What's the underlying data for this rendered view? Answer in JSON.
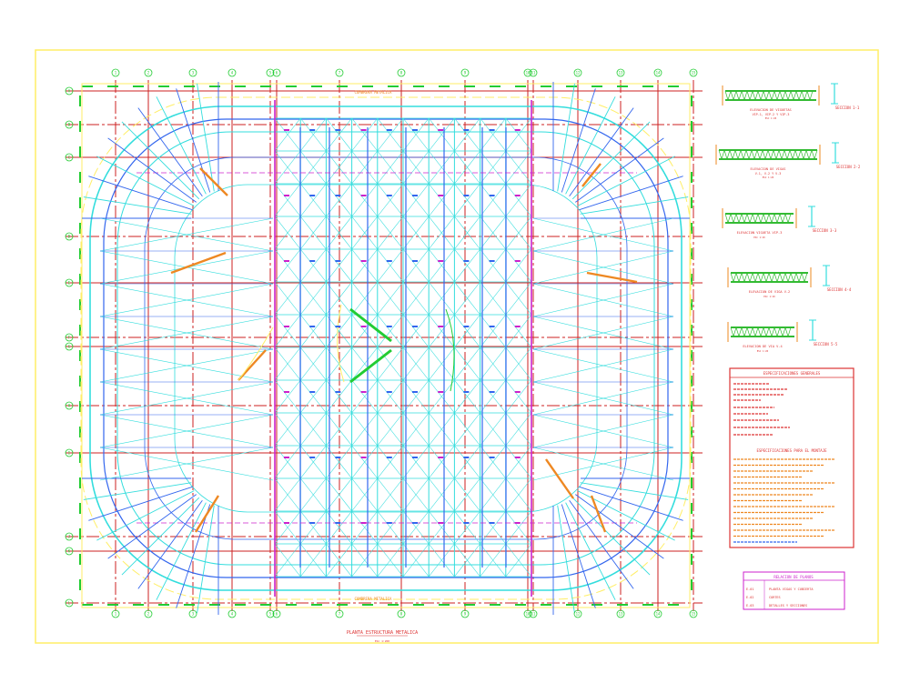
{
  "plan": {
    "title": "PLANTA ESTRUCTURA METALICA",
    "scale": "ESC 1:200",
    "column_labels": [
      "1",
      "2",
      "3",
      "4",
      "5",
      "6",
      "7",
      "8",
      "9",
      "10",
      "11",
      "12",
      "13",
      "14",
      "15"
    ],
    "row_labels": [
      "A",
      "B",
      "C",
      "D",
      "E",
      "F",
      "G",
      "H",
      "I",
      "J",
      "K",
      "L"
    ],
    "roof_note": "CUMBRERA METALICA",
    "roof_note_bottom": "CUMBRERA METALICA"
  },
  "details": [
    {
      "elevation": "ELEVACION DE VIGUETAS",
      "sub": "VIP-1, VIP-2 Y VIP-3",
      "scale": "ESC 1:20",
      "section": "SECCION 1-1"
    },
    {
      "elevation": "ELEVACION DE VIGAS",
      "sub": "V-1, V-2 Y V-3",
      "scale": "ESC 1:20",
      "section": "SECCION 2-2"
    },
    {
      "elevation": "ELEVACION VIGUETA VIP-3",
      "sub": "",
      "scale": "ESC 1:20",
      "section": "SECCION 3-3"
    },
    {
      "elevation": "ELEVACION DE VIGA V-2",
      "sub": "",
      "scale": "ESC 1:20",
      "section": "SECCION 4-4"
    },
    {
      "elevation": "ELEVACION DE VIA V-4",
      "sub": "",
      "scale": "ESC 1:20",
      "section": "SECCION 5-5"
    }
  ],
  "specs": {
    "title": "ESPECIFICACIONES GENERALES",
    "subtitle": "ESPECIFICACIONES PARA EL MONTAJE"
  },
  "legend": {
    "title": "RELACION DE PLANOS",
    "rows": [
      {
        "code": "E-01",
        "desc": "PLANTA VIGAS Y CUBIERTA"
      },
      {
        "code": "E-02",
        "desc": "CORTES"
      },
      {
        "code": "E-03",
        "desc": "DETALLES Y SECCIONES"
      }
    ]
  },
  "colors": {
    "frame": "#ffee66",
    "grid_red": "#cc2222",
    "grid_green": "#22cc33",
    "truss_cyan": "#33dddd",
    "truss_blue": "#3366ee",
    "magenta": "#cc22cc",
    "orange": "#ee8822",
    "detail_green": "#33bb33",
    "text_red": "#dd3333"
  }
}
